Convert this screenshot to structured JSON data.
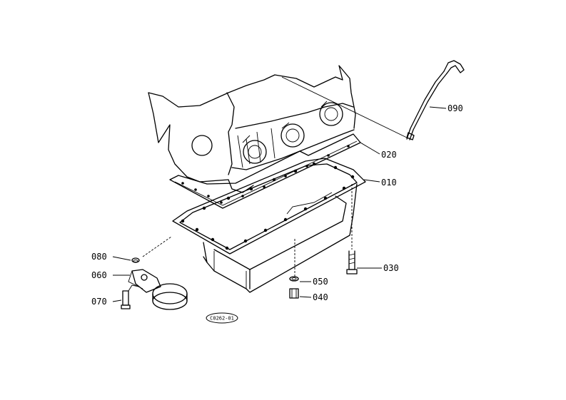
{
  "diagram": {
    "part_labels": {
      "p010": "010",
      "p020": "020",
      "p030": "030",
      "p040": "040",
      "p050": "050",
      "p060": "060",
      "p070": "070",
      "p080": "080",
      "p090": "090"
    },
    "stamp": "C0262-01"
  }
}
